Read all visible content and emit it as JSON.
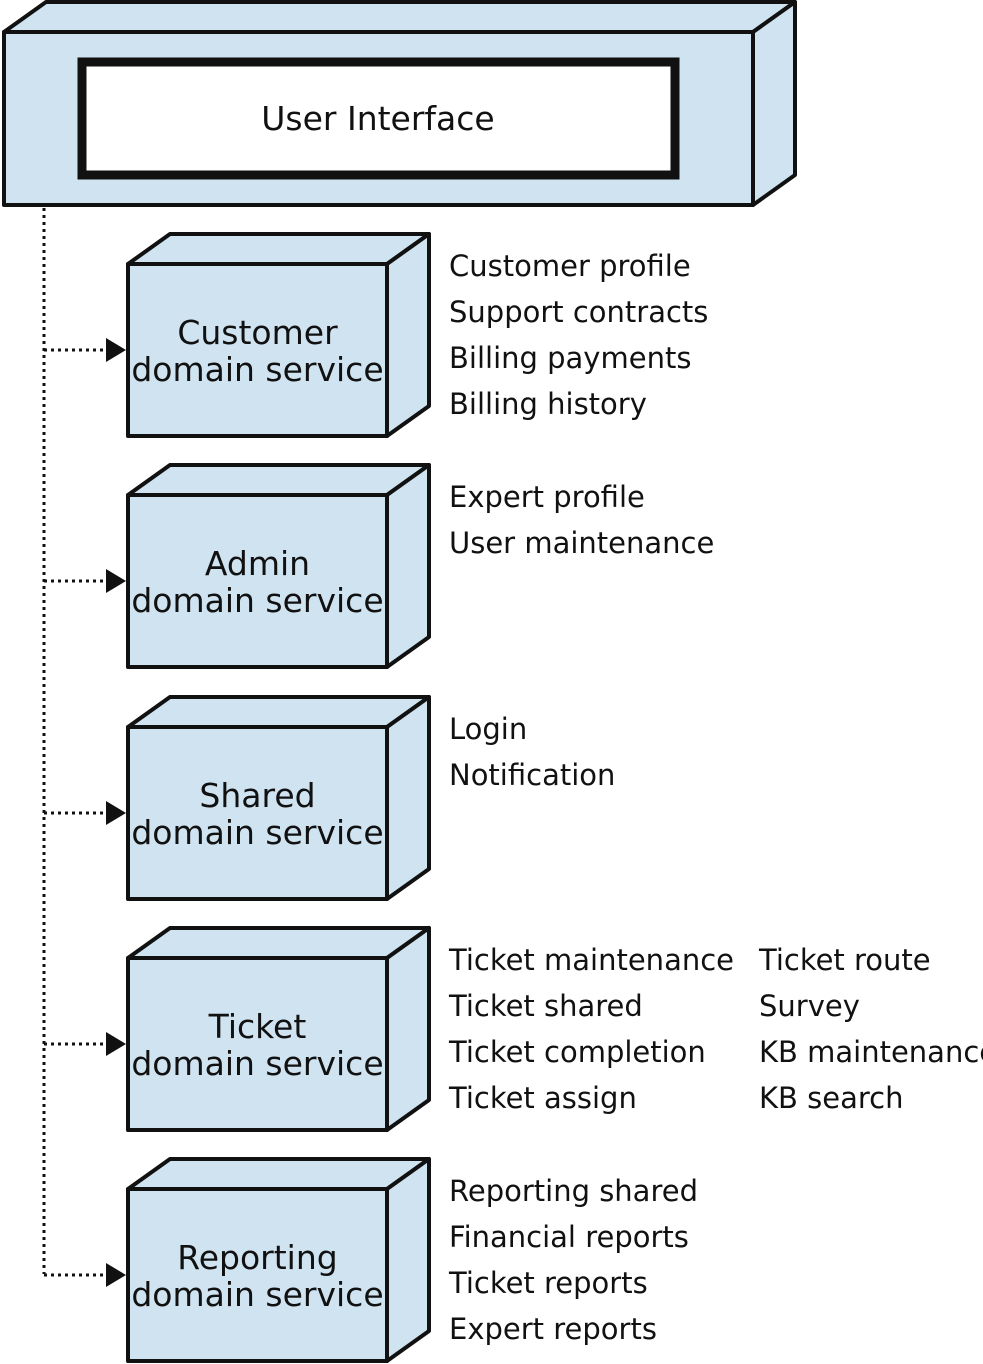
{
  "ui": {
    "title": "User Interface"
  },
  "services": [
    {
      "label_lines": [
        "Customer",
        "domain service"
      ],
      "columns": [
        [
          "Customer profile",
          "Support contracts",
          "Billing payments",
          "Billing history"
        ]
      ]
    },
    {
      "label_lines": [
        "Admin",
        "domain service"
      ],
      "columns": [
        [
          "Expert profile",
          "User maintenance"
        ]
      ]
    },
    {
      "label_lines": [
        "Shared",
        "domain service"
      ],
      "columns": [
        [
          "Login",
          "Notification"
        ]
      ]
    },
    {
      "label_lines": [
        "Ticket",
        "domain service"
      ],
      "columns": [
        [
          "Ticket maintenance",
          "Ticket shared",
          "Ticket completion",
          "Ticket assign"
        ],
        [
          "Ticket route",
          "Survey",
          "KB maintenance",
          "KB search"
        ]
      ]
    },
    {
      "label_lines": [
        "Reporting",
        "domain service"
      ],
      "columns": [
        [
          "Reporting shared",
          "Financial reports",
          "Ticket reports",
          "Expert reports"
        ]
      ]
    }
  ],
  "colors": {
    "box_fill": "#cfe3f1",
    "outline": "#111111",
    "background": "#ffffff"
  }
}
